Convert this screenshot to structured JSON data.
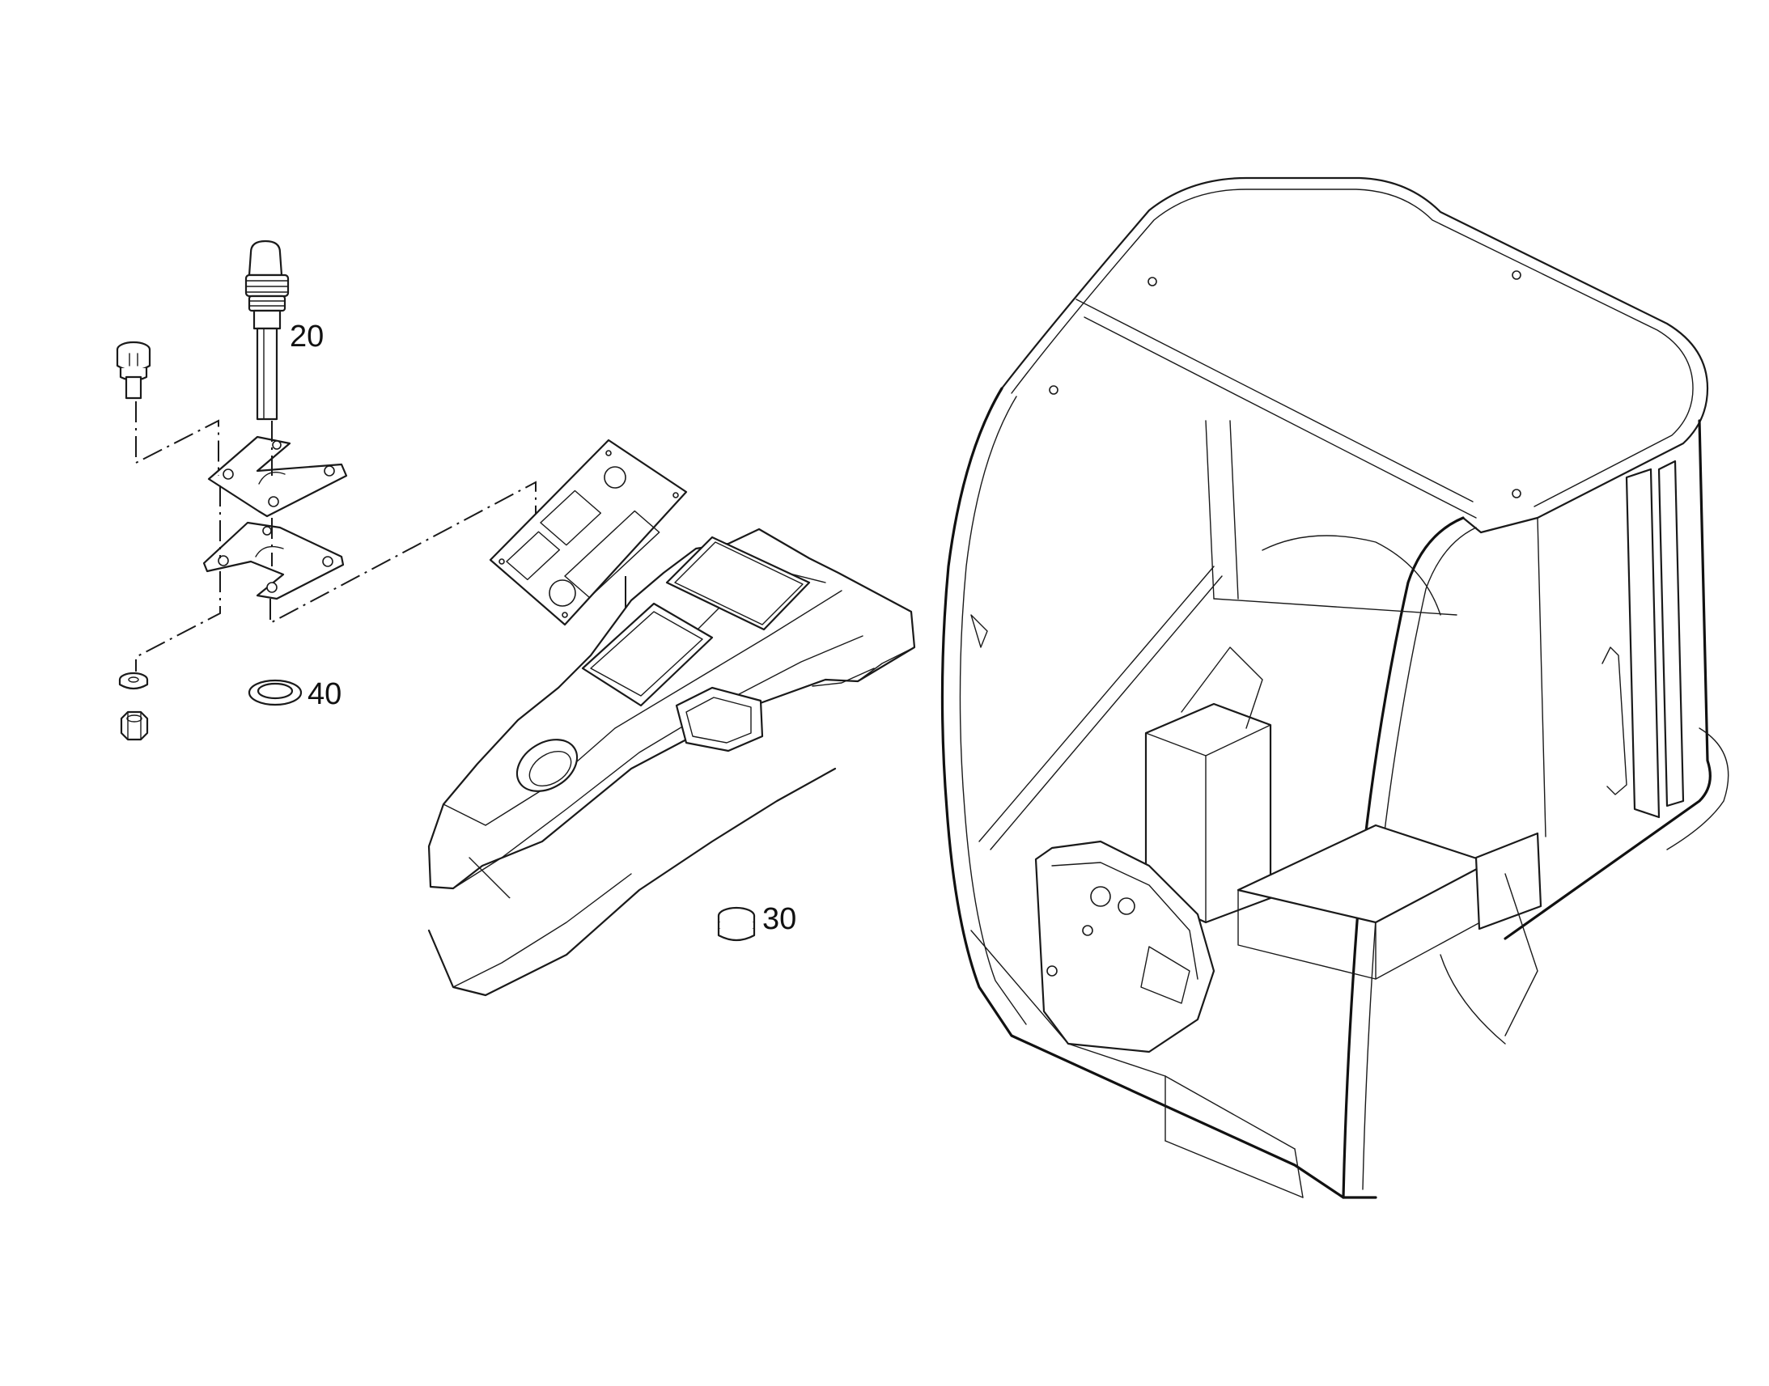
{
  "callouts": {
    "c20": "20",
    "c40": "40",
    "c30": "30"
  }
}
